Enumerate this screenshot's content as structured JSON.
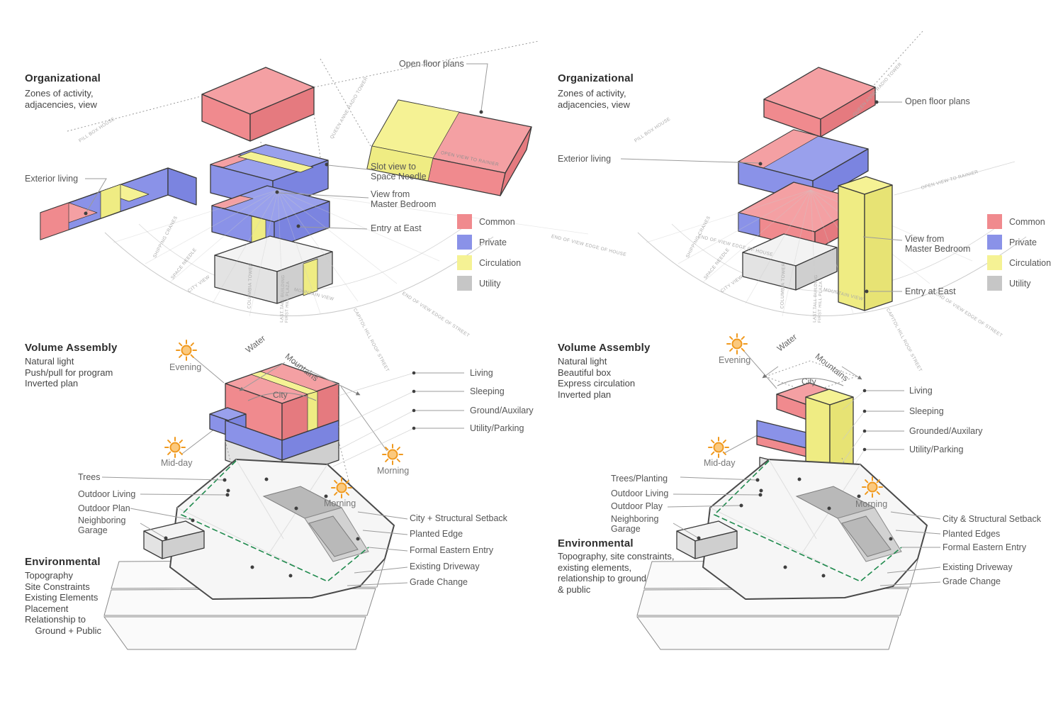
{
  "colors": {
    "common_l": "#F4A0A3",
    "common": "#F08A8E",
    "common_d": "#E57A7F",
    "private_l": "#99A0EC",
    "private": "#8A92E8",
    "private_d": "#7B84E0",
    "circ_l": "#F5F294",
    "circ": "#EFEC83",
    "circ_d": "#E7E374",
    "util_l": "#F3F3F3",
    "util": "#E3E3E3",
    "util_d": "#CFCFCF",
    "util_sw": "#C6C6C6",
    "sun_fill": "#FBC97E",
    "sun_stroke": "#F0991E",
    "green": "#1F8A4D",
    "ink": "#3A3A3A"
  },
  "legend_labels": [
    "Common",
    "Private",
    "Circulation",
    "Utility"
  ],
  "left": {
    "org": {
      "title": "Organizational",
      "subtitle": "Zones of activity,\nadjacencies, view",
      "open_floor_plans": "Open floor plans",
      "exterior_living": "Exterior living",
      "slot_view": "Slot view to\nSpace Needle",
      "view_from": "View from\nMaster Bedroom",
      "entry_east": "Entry at East",
      "rotated": [
        "PILL BOX HOUSE",
        "QUEEN ANNE RADIO TOWER",
        "OPEN VIEW TO RAINIER",
        "END OF VIEW EDGE OF HOUSE",
        "SHIPPING CRANES",
        "SPACE NEEDLE",
        "CITY VIEW",
        "COLUMBIA TOWER",
        "LAST TALL BUILDING\nFIRST HILL PLAZA",
        "MOUNTAIN VIEW",
        "END OF VIEW EDGE OF STREET",
        "CAPITOL HILL ROOF STREET"
      ]
    },
    "volume": {
      "title": "Volume Assembly",
      "subtitle": "Natural light\nPush/pull for program\nInverted plan",
      "evening": "Evening",
      "midday": "Mid-day",
      "morning": "Morning",
      "morning2": "Morning",
      "water": "Water",
      "mountains": "Mountains",
      "city": "City",
      "items": [
        "Living",
        "Sleeping",
        "Ground/Auxilary",
        "Utility/Parking"
      ]
    },
    "env": {
      "title": "Environmental",
      "subtitle": "Topography\nSite Constraints\nExisting Elements\nPlacement\nRelationship to\n    Ground + Public",
      "left_labels": [
        "Trees",
        "Outdoor Living",
        "Outdoor Plan",
        "Neighboring\nGarage"
      ],
      "right_labels": [
        "City + Structural Setback",
        "Planted Edge",
        "Formal Eastern Entry",
        "Existing Driveway",
        "Grade Change"
      ]
    }
  },
  "right": {
    "org": {
      "title": "Organizational",
      "subtitle": "Zones of activity,\nadjacencies, view",
      "open_floor_plans": "Open floor plans",
      "exterior_living": "Exterior living",
      "view_from": "View from\nMaster Bedroom",
      "entry_east": "Entry at East",
      "rotated": [
        "PILL BOX HOUSE",
        "QUEEN ANNE RADIO TOWER",
        "OPEN VIEW TO RAINIER",
        "END OF VIEW EDGE OF HOUSE",
        "SHIPPING CRANES",
        "SPACE NEEDLE",
        "CITY VIEW",
        "COLUMBIA TOWER",
        "LAST TALL BUILDING\nFIRST HILL PLAZA",
        "MOUNTAIN VIEW",
        "END OF VIEW EDGE OF STREET",
        "CAPITOL HILL ROOF STREET"
      ]
    },
    "volume": {
      "title": "Volume Assembly",
      "subtitle": "Natural light\nBeautiful box\nExpress circulation\nInverted plan",
      "evening": "Evening",
      "midday": "Mid-day",
      "morning": "Morning",
      "water": "Water",
      "mountains": "Mountains",
      "city": "City",
      "items": [
        "Living",
        "Sleeping",
        "Grounded/Auxilary",
        "Utility/Parking"
      ]
    },
    "env": {
      "title": "Environmental",
      "subtitle": "Topography, site constraints,\nexisting elements,\nrelationship to ground\n& public",
      "left_labels": [
        "Trees/Planting",
        "Outdoor Living",
        "Outdoor Play",
        "Neighboring\nGarage"
      ],
      "right_labels": [
        "City & Structural Setback",
        "Planted Edges",
        "Formal Eastern Entry",
        "Existing Driveway",
        "Grade Change"
      ]
    }
  }
}
